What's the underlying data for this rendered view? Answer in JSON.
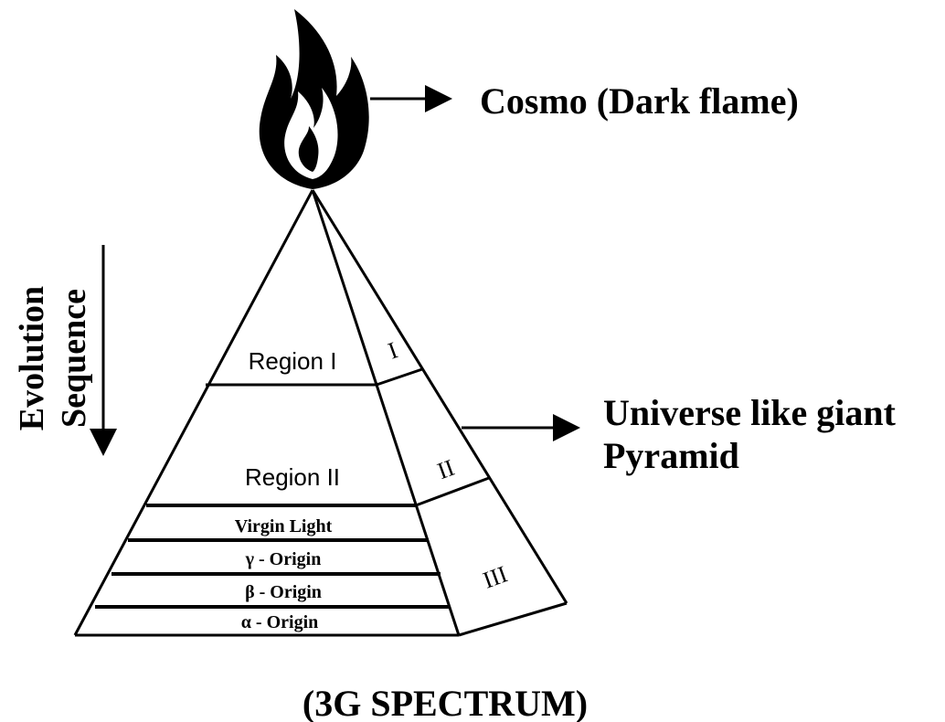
{
  "flame": {
    "label": "Cosmo (Dark flame)",
    "icon": "flame-icon"
  },
  "pyramid": {
    "label_line1": "Universe like giant",
    "label_line2": "Pyramid",
    "front": {
      "region1": "Region I",
      "region2": "Region II",
      "bands": [
        "Virgin Light",
        "γ - Origin",
        "β - Origin",
        "α - Origin"
      ]
    },
    "side": {
      "numeral1": "I",
      "numeral2": "II",
      "numeral3": "III"
    }
  },
  "evolution": {
    "line1": "Evolution",
    "line2": "Sequence"
  },
  "caption": "(3G SPECTRUM)",
  "colors": {
    "ink": "#000000",
    "background": "#ffffff"
  }
}
